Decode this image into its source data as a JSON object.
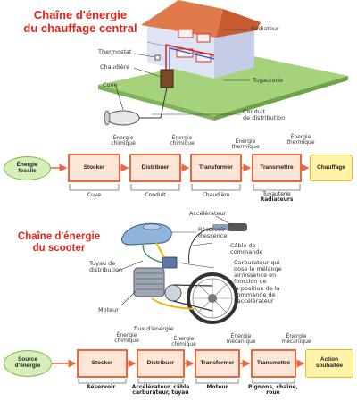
{
  "heating": {
    "title_line1": "Chaîne d'énergie",
    "title_line2": "du chauffage central",
    "labels": {
      "radiateur": "Radiateur",
      "thermostat": "Thermostat",
      "chaudiere": "Chaudière",
      "tuyauterie": "Tuyauterie",
      "cuve": "Cuve",
      "conduit_line1": "Conduit",
      "conduit_line2": "de distribution"
    },
    "chain": {
      "source": [
        "Énergie",
        "fossile"
      ],
      "steps": [
        "Stocker",
        "Distribuer",
        "Transformer",
        "Transmettre"
      ],
      "goal": "Chauffage",
      "energies": [
        [
          "Énergie",
          "chimique"
        ],
        [
          "Énergie",
          "chimique"
        ],
        [
          "Énergie",
          "thermique"
        ],
        [
          "Énergie",
          "thermique"
        ]
      ],
      "components": [
        "Cuve",
        "Conduit",
        "Chaudière",
        "Tuyauterie"
      ],
      "component_extra": "Radiateurs"
    }
  },
  "scooter": {
    "title_line1": "Chaîne d'énergie",
    "title_line2": "du scooter",
    "labels": {
      "accelerateur": "Accélérateur",
      "reservoir_line1": "Réservoir",
      "reservoir_line2": "d'essence",
      "cable_line1": "Câble de",
      "cable_line2": "commande",
      "tuyau_line1": "Tuyau de",
      "tuyau_line2": "distribution",
      "carburateur": [
        "Carburateur qui",
        "dose le mélange",
        "air/essence en",
        "fonction de",
        "la position de la",
        "commande de",
        "l'accélérateur"
      ],
      "moteur": "Moteur",
      "flux": "flux d'énergie"
    },
    "chain": {
      "source": [
        "Source",
        "d'énergie"
      ],
      "steps": [
        "Stocker",
        "Distribuer",
        "Transformer",
        "Transmettre"
      ],
      "goal": [
        "Action",
        "souhaitée"
      ],
      "energies": [
        [
          "Énergie",
          "chimique"
        ],
        [
          "Énergie",
          "chimique"
        ],
        [
          "Énergie",
          "mécanique"
        ],
        [
          "Énergie",
          "mécanique"
        ]
      ],
      "components": [
        [
          "Réservoir"
        ],
        [
          "Accélérateur, câble",
          "carburateur, tuyau"
        ],
        [
          "Moteur"
        ],
        [
          "Pignons, chaîne,",
          "roue"
        ]
      ]
    }
  },
  "colors": {
    "title": "#e2231a",
    "process_fill": "#fde6d6",
    "process_border": "#e9683f",
    "source_fill": "#d7eebb",
    "goal_fill": "#fff3a8"
  }
}
